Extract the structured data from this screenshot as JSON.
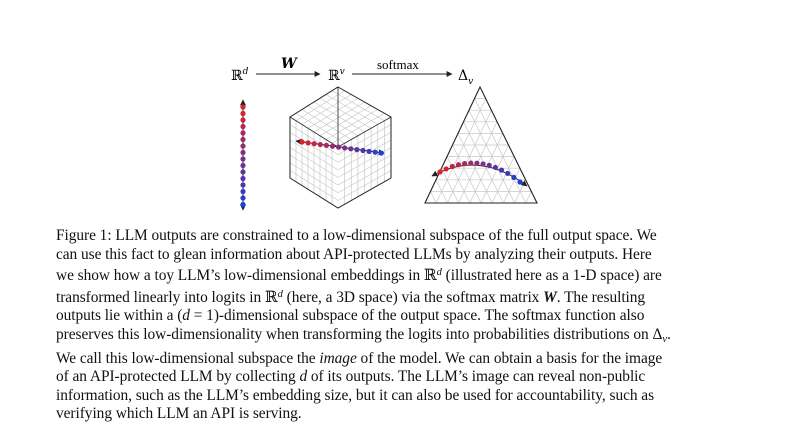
{
  "figure": {
    "label_rd": "ℝ",
    "label_rd_sup": "d",
    "label_rv": "ℝ",
    "label_rv_sup": "v",
    "label_w": "W",
    "label_softmax": "softmax",
    "label_delta": "Δ",
    "label_delta_sub": "v",
    "colors": {
      "start": "#e0202a",
      "end": "#1f3fd6",
      "grid": "#c8c8c8",
      "edge": "#222222"
    }
  },
  "caption": {
    "l1": "Figure 1:  LLM outputs are constrained to a low-dimensional subspace of the full output space. We",
    "l2": "can use this fact to glean information about API-protected LLMs by analyzing their outputs. Here",
    "l3a": "we show how a toy LLM’s low-dimensional embeddings in ℝ",
    "l3sup": "d",
    "l3b": " (illustrated here as a 1-D space) are",
    "l4a": "transformed linearly into logits in ℝ",
    "l4sup": "d",
    "l4b": " (here, a 3D space) via the softmax matrix ",
    "l4w": "W",
    "l4c": ". The resulting",
    "l5a": "outputs lie within a (",
    "l5d": "d",
    "l5b": " = 1)-dimensional subspace of the output space. The softmax function also",
    "l6a": "preserves this low-dimensionality when transforming the logits into probabilities distributions on Δ",
    "l6sub": "v",
    "l6b": ".",
    "l7a": "We call this low-dimensional subspace the ",
    "l7em": "image",
    "l7b": " of the model. We can obtain a basis for the image",
    "l8a": "of an API-protected LLM by collecting ",
    "l8d": "d",
    "l8b": " of its outputs. The LLM’s image can reveal non-public",
    "l9": "information, such as the LLM’s embedding size, but it can also be used for accountability, such as",
    "l10": "verifying which LLM an API is serving."
  }
}
